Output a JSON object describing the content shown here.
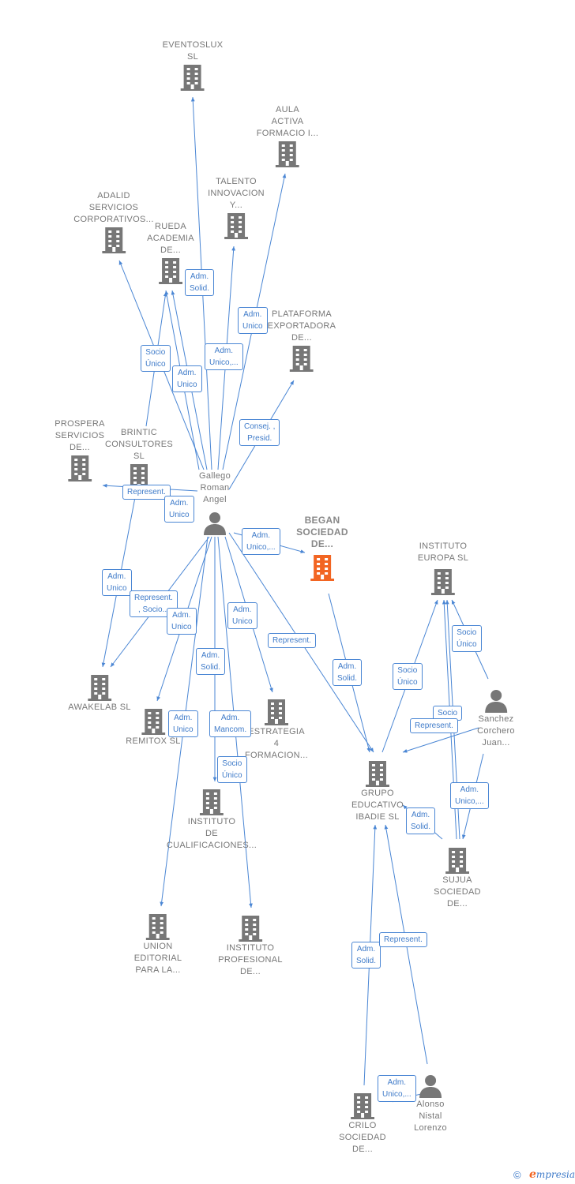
{
  "colors": {
    "edge": "#4a86d4",
    "building": "#777777",
    "focus_building": "#f26522",
    "person": "#777777"
  },
  "nodes": [
    {
      "id": "eventoslux",
      "type": "company",
      "label": "EVENTOSLUX\nSL",
      "icon": "building-icon"
    },
    {
      "id": "aula",
      "type": "company",
      "label": "AULA\nACTIVA\nFORMACIO I...",
      "icon": "building-icon"
    },
    {
      "id": "talento",
      "type": "company",
      "label": "TALENTO\nINNOVACION\nY...",
      "icon": "building-icon"
    },
    {
      "id": "adalid",
      "type": "company",
      "label": "ADALID\nSERVICIOS\nCORPORATIVOS...",
      "icon": "building-icon"
    },
    {
      "id": "rueda",
      "type": "company",
      "label": "RUEDA\nACADEMIA\nDE...",
      "icon": "building-icon"
    },
    {
      "id": "plataforma",
      "type": "company",
      "label": "PLATAFORMA\nEXPORTADORA\nDE...",
      "icon": "building-icon"
    },
    {
      "id": "prospera",
      "type": "company",
      "label": "PROSPERA\nSERVICIOS\nDE...",
      "icon": "building-icon"
    },
    {
      "id": "brintic",
      "type": "company",
      "label": "BRINTIC\nCONSULTORES\nSL",
      "icon": "building-icon"
    },
    {
      "id": "gallego",
      "type": "person",
      "label": "Gallego\nRoman\nAngel",
      "icon": "person-icon"
    },
    {
      "id": "began",
      "type": "focus",
      "label": "BEGAN\nSOCIEDAD\nDE...",
      "icon": "building-icon"
    },
    {
      "id": "instituto_europa",
      "type": "company",
      "label": "INSTITUTO\nEUROPA  SL",
      "icon": "building-icon"
    },
    {
      "id": "sanchez",
      "type": "person",
      "label": "Sanchez\nCorchero\nJuan...",
      "icon": "person-icon"
    },
    {
      "id": "awakelab",
      "type": "company",
      "label": "AWAKELAB  SL",
      "icon": "building-icon"
    },
    {
      "id": "remitox",
      "type": "company",
      "label": "REMITOX  SL",
      "icon": "building-icon"
    },
    {
      "id": "estrategia",
      "type": "company",
      "label": "ESTRATEGIA\n4\nFORMACION...",
      "icon": "building-icon"
    },
    {
      "id": "grupo",
      "type": "company",
      "label": "GRUPO\nEDUCATIVO\nIBADIE  SL",
      "icon": "building-icon"
    },
    {
      "id": "instituto_cualif",
      "type": "company",
      "label": "INSTITUTO\nDE\nCUALIFICACIONES...",
      "icon": "building-icon"
    },
    {
      "id": "sujua",
      "type": "company",
      "label": "SUJUA\nSOCIEDAD\nDE...",
      "icon": "building-icon"
    },
    {
      "id": "union",
      "type": "company",
      "label": "UNION\nEDITORIAL\nPARA LA...",
      "icon": "building-icon"
    },
    {
      "id": "instituto_prof",
      "type": "company",
      "label": "INSTITUTO\nPROFESIONAL\nDE...",
      "icon": "building-icon"
    },
    {
      "id": "crilo",
      "type": "company",
      "label": "CRILO\nSOCIEDAD\nDE...",
      "icon": "building-icon"
    },
    {
      "id": "alonso",
      "type": "person",
      "label": "Alonso\nNistal\nLorenzo",
      "icon": "person-icon"
    }
  ],
  "edge_labels": [
    {
      "id": "l_adm_solid_1",
      "text": "Adm.\nSolid."
    },
    {
      "id": "l_adm_unico_1",
      "text": "Adm.\nUnico"
    },
    {
      "id": "l_socio_unico_1",
      "text": "Socio\nÚnico"
    },
    {
      "id": "l_adm_unico_2",
      "text": "Adm.\nUnico,..."
    },
    {
      "id": "l_adm_unico_3",
      "text": "Adm.\nUnico"
    },
    {
      "id": "l_consej",
      "text": "Consej. ,\nPresid."
    },
    {
      "id": "l_represent_1",
      "text": "Represent."
    },
    {
      "id": "l_adm_unico_4",
      "text": "Adm.\nUnico"
    },
    {
      "id": "l_adm_unico_5",
      "text": "Adm.\nUnico,..."
    },
    {
      "id": "l_adm_unico_6",
      "text": "Adm.\nUnico"
    },
    {
      "id": "l_represent_socio",
      "text": "Represent.\n, Socio..."
    },
    {
      "id": "l_adm_unico_7",
      "text": "Adm.\nUnico"
    },
    {
      "id": "l_adm_unico_8",
      "text": "Adm.\nUnico"
    },
    {
      "id": "l_represent_2",
      "text": "Represent."
    },
    {
      "id": "l_adm_solid_2",
      "text": "Adm.\nSolid."
    },
    {
      "id": "l_adm_solid_3",
      "text": "Adm.\nSolid."
    },
    {
      "id": "l_socio_unico_2",
      "text": "Socio\nÚnico"
    },
    {
      "id": "l_socio_unico_3",
      "text": "Socio\nÚnico"
    },
    {
      "id": "l_socio",
      "text": "Socio"
    },
    {
      "id": "l_represent_3",
      "text": "Represent."
    },
    {
      "id": "l_adm_unico_9",
      "text": "Adm.\nUnico"
    },
    {
      "id": "l_adm_mancom",
      "text": "Adm.\nMancom."
    },
    {
      "id": "l_socio_unico_4",
      "text": "Socio\nÚnico"
    },
    {
      "id": "l_adm_unico_10",
      "text": "Adm.\nUnico,..."
    },
    {
      "id": "l_adm_solid_4",
      "text": "Adm.\nSolid."
    },
    {
      "id": "l_adm_solid_5",
      "text": "Adm.\nSolid."
    },
    {
      "id": "l_represent_4",
      "text": "Represent."
    },
    {
      "id": "l_adm_unico_11",
      "text": "Adm.\nUnico,..."
    }
  ],
  "brand": {
    "copyright": "©",
    "e": "e",
    "name": "mpresia"
  }
}
